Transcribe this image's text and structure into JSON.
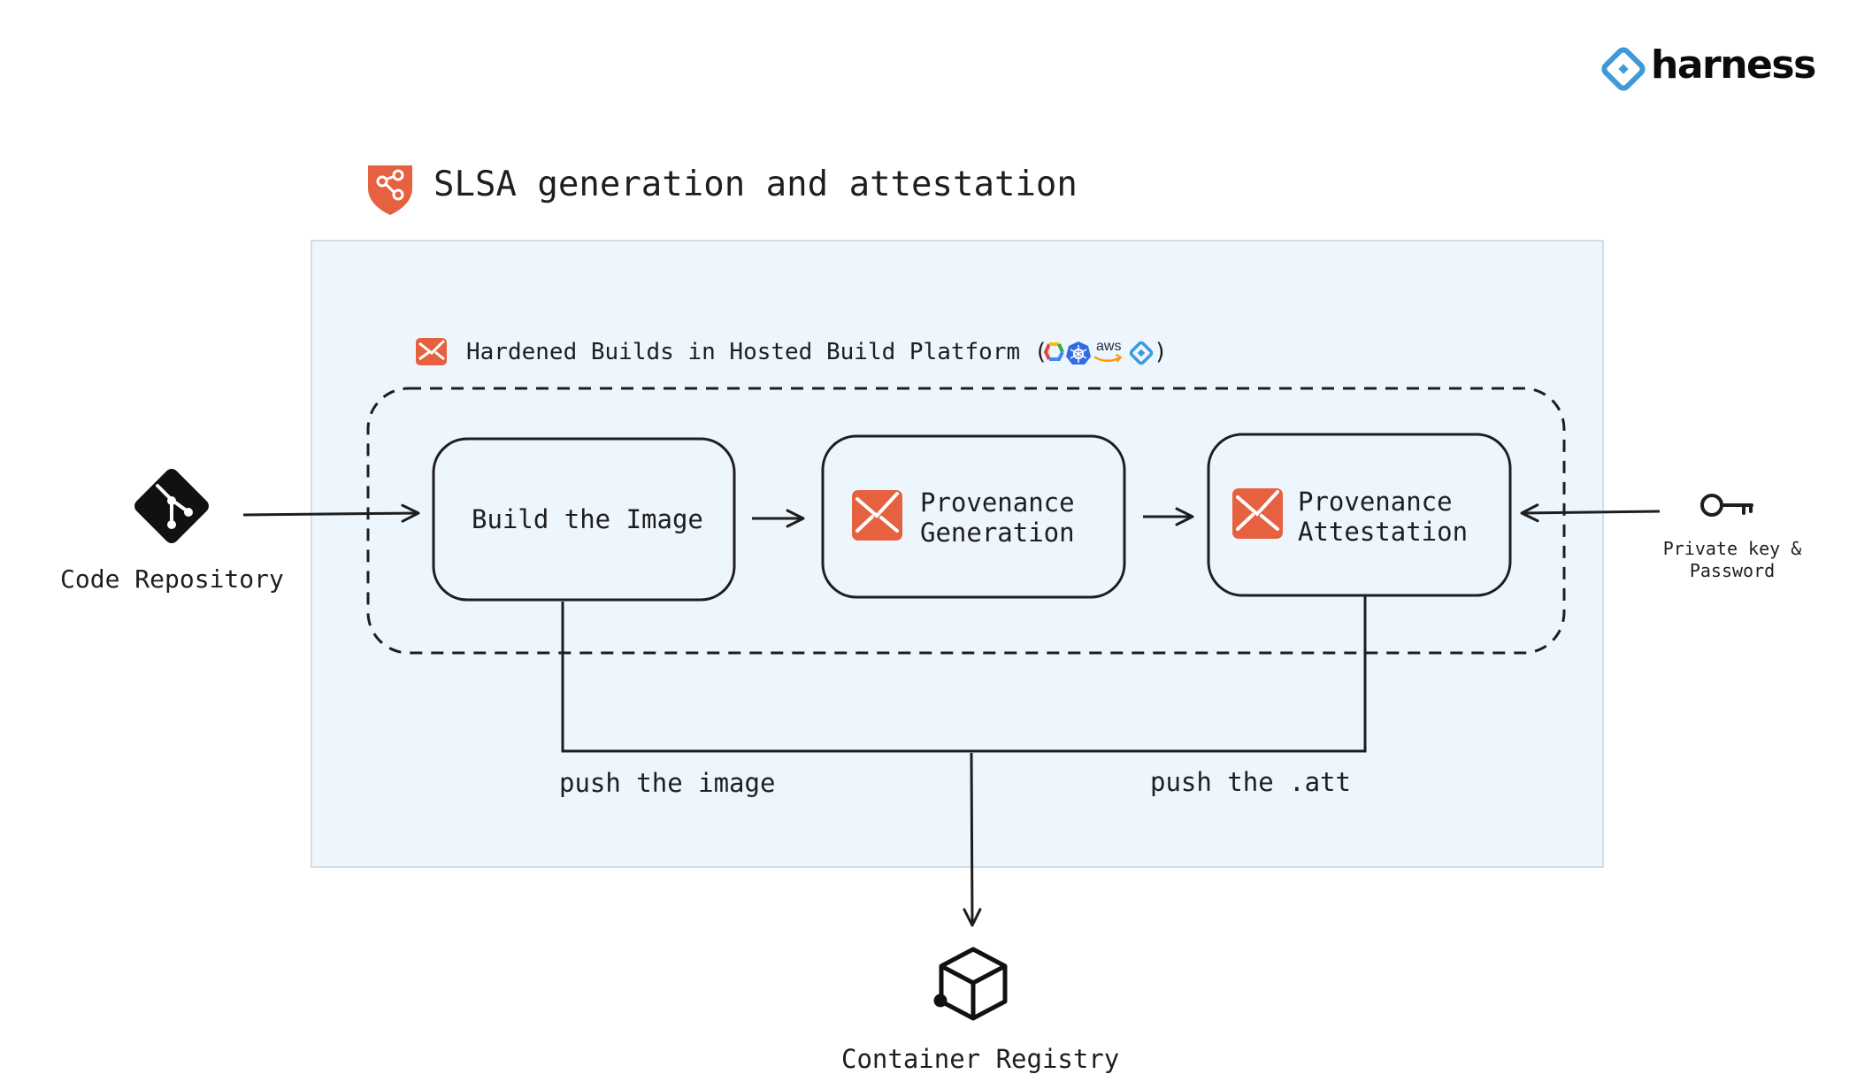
{
  "brand": {
    "logo_text": "harness",
    "accent": "#3d9ad9"
  },
  "title": {
    "text": "SLSA generation and attestation",
    "icon": "slsa-shield-icon"
  },
  "platform": {
    "label": "Hardened Builds in Hosted Build Platform",
    "open_paren": "(",
    "close_paren": ")",
    "provider_icons": [
      "google-cloud-icon",
      "kubernetes-icon",
      "aws-icon",
      "harness-icon"
    ],
    "aws_text": "aws"
  },
  "steps": {
    "build": "Build the Image",
    "provenance_generation": [
      "Provenance",
      "Generation"
    ],
    "provenance_attestation": [
      "Provenance",
      "Attestation"
    ]
  },
  "inputs": {
    "code_repository": "Code Repository",
    "private_key": [
      "Private key &",
      "Password"
    ]
  },
  "edges": {
    "push_image": "push the image",
    "push_att": "push the .att"
  },
  "output": {
    "container_registry": "Container Registry"
  },
  "colors": {
    "panel_bg": "#edf5fd",
    "panel_border": "#d5dde5",
    "accent_orange": "#e5613f",
    "stroke": "#1e1e1e",
    "harness_blue": "#3d9ad9"
  }
}
